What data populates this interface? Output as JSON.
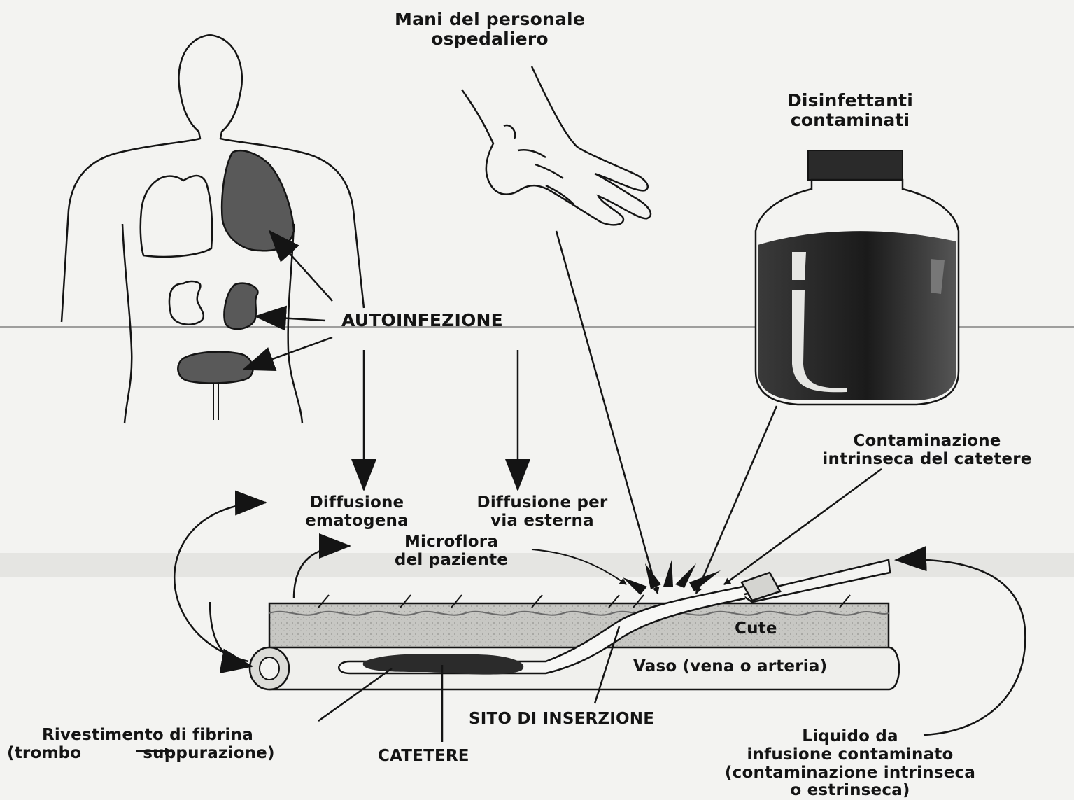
{
  "labels": {
    "hands": [
      "Mani del personale",
      "ospedaliero"
    ],
    "disinfectants": [
      "Disinfettanti",
      "contaminati"
    ],
    "autoinfection": "AUTOINFEZIONE",
    "intrinsic_catheter": [
      "Contaminazione",
      "intrinseca del catetere"
    ],
    "hematogenous": [
      "Diffusione",
      "ematogena"
    ],
    "external": [
      "Diffusione per",
      "via esterna"
    ],
    "microflora": [
      "Microflora",
      "del paziente"
    ],
    "skin": "Cute",
    "vessel": "Vaso (vena o arteria)",
    "insertion_site": "SITO DI INSERZIONE",
    "fibrin_line1": "Rivestimento di fibrina",
    "fibrin_line2_a": "(trombo",
    "fibrin_line2_b": "suppurazione)",
    "catheter": "CATETERE",
    "infusion": [
      "Liquido da",
      "infusione contaminato",
      "(contaminazione intrinseca",
      "o estrinseca)"
    ]
  },
  "colors": {
    "ink": "#141414",
    "background": "#f3f3f1",
    "organ_fill": "#595959",
    "skin_fill": "#b4b4b0",
    "liquid_fill": "#262626"
  }
}
